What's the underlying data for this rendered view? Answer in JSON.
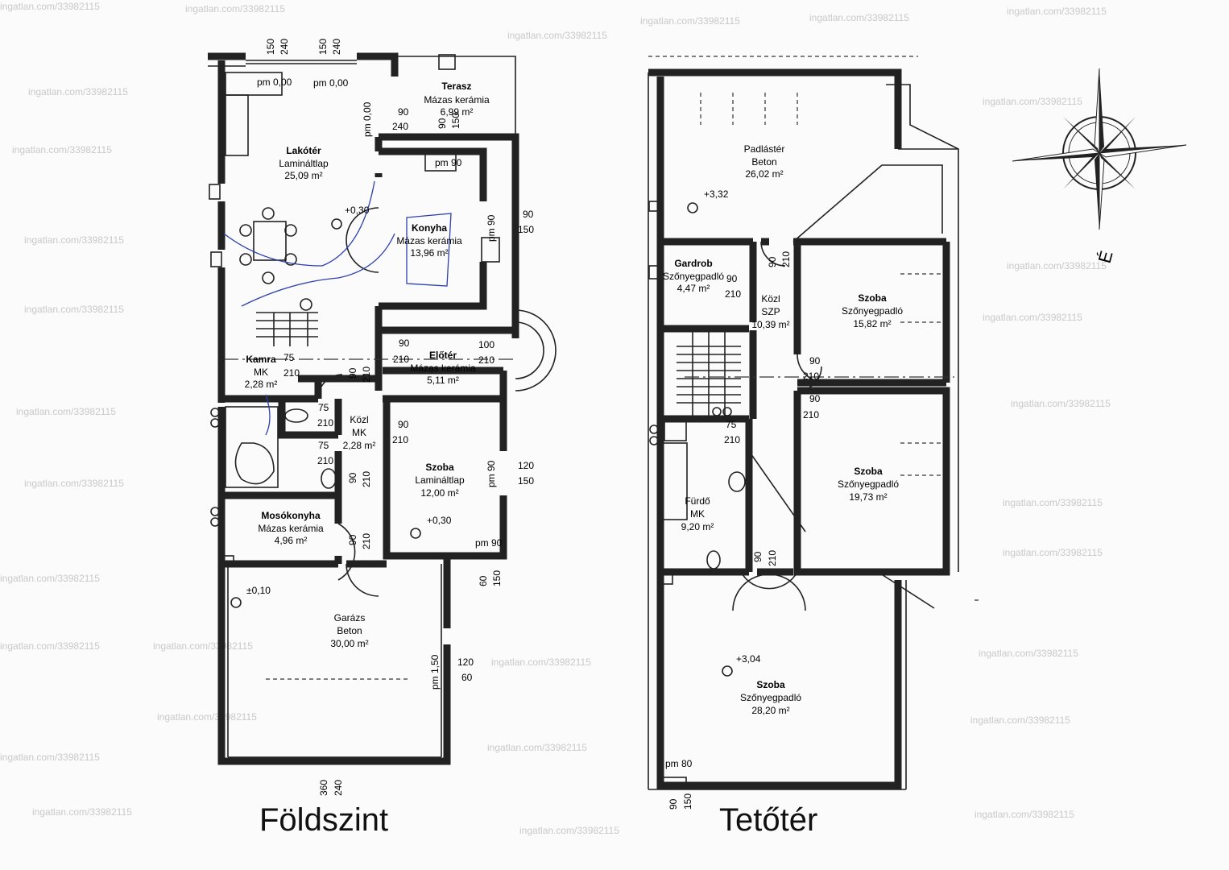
{
  "titles": {
    "ground": "Földszint",
    "attic": "Tetőtér"
  },
  "watermark": "ingatlan.com/33982115",
  "north_arrow": {
    "icon": "compass-rose-icon",
    "label": "É"
  },
  "ground_floor": {
    "rooms": {
      "terasz": {
        "name": "Terasz",
        "floor": "Mázas kerámia",
        "area": "6,99 m²"
      },
      "lakoter": {
        "name": "Lakótér",
        "floor": "Lamináltlap",
        "area": "25,09 m²"
      },
      "konyha": {
        "name": "Konyha",
        "floor": "Mázas kerámia",
        "area": "13,96 m²"
      },
      "kamra": {
        "name": "Kamra",
        "floor": "MK",
        "area": "2,28 m²"
      },
      "eloter": {
        "name": "Előtér",
        "floor": "Mázas kerámia",
        "area": "5,11 m²"
      },
      "kozl": {
        "name": "Közl",
        "floor": "MK",
        "area": "2,28 m²"
      },
      "szoba": {
        "name": "Szoba",
        "floor": "Lamináltlap",
        "area": "12,00 m²"
      },
      "mosokonyha": {
        "name": "Mosókonyha",
        "floor": "Mázas kerámia",
        "area": "4,96 m²"
      },
      "garazs": {
        "name": "Garázs",
        "floor": "Beton",
        "area": "30,00 m²"
      }
    },
    "levels": {
      "pm1": "pm 0,00",
      "pm2": "pm 0,00",
      "pm3": "pm 0,00",
      "lv1": "+0,30",
      "pm90a": "pm 90",
      "pm90b": "pm 90",
      "pm90c": "pm 90",
      "lv2": "+0,30",
      "lv3": "±0,10",
      "pm150": "pm 1,50"
    },
    "dims": {
      "d150a": "150",
      "d240a": "240",
      "d150b": "150",
      "d240b": "240",
      "d90a": "90",
      "d240c": "240",
      "d90b": "90",
      "d150c": "150",
      "d90c": "90",
      "d150d": "150",
      "d75a": "75",
      "d210a": "210",
      "d90d": "90",
      "d210b": "210",
      "d100": "100",
      "d210c": "210",
      "d90e": "90",
      "d210d": "210",
      "d75b": "75",
      "d210e": "210",
      "d90f": "90",
      "d210f": "210",
      "d75c": "75",
      "d210g": "210",
      "d90g": "90",
      "d210h": "210",
      "d120a": "120",
      "d150e": "150",
      "d90h": "90",
      "d210i": "210",
      "d60a": "60",
      "d150f": "150",
      "d120b": "120",
      "d60b": "60",
      "d360": "360",
      "d240d": "240"
    }
  },
  "attic": {
    "rooms": {
      "padlaster": {
        "name": "Padlástér",
        "floor": "Beton",
        "area": "26,02 m²"
      },
      "gardrob": {
        "name": "Gardrob",
        "floor": "Szőnyegpadló",
        "area": "4,47 m²"
      },
      "kozl": {
        "name": "Közl",
        "floor": "SZP",
        "area": "10,39 m²"
      },
      "szoba1": {
        "name": "Szoba",
        "floor": "Szőnyegpadló",
        "area": "15,82 m²"
      },
      "szoba2": {
        "name": "Szoba",
        "floor": "Szőnyegpadló",
        "area": "19,73 m²"
      },
      "furdo": {
        "name": "Fürdő",
        "floor": "MK",
        "area": "9,20 m²"
      },
      "szoba3": {
        "name": "Szoba",
        "floor": "Szőnyegpadló",
        "area": "28,20 m²"
      }
    },
    "levels": {
      "lv1": "+3,32",
      "lv2": "+3,04",
      "pm80": "pm 80"
    },
    "dims": {
      "a90a": "90",
      "a210a": "210",
      "a90b": "90",
      "a210b": "210",
      "a90c": "90",
      "a210c": "210",
      "a90d": "90",
      "a210d": "210",
      "a75": "75",
      "a210e": "210",
      "a90e": "90",
      "a210f": "210",
      "a90f": "90",
      "a150": "150"
    }
  }
}
